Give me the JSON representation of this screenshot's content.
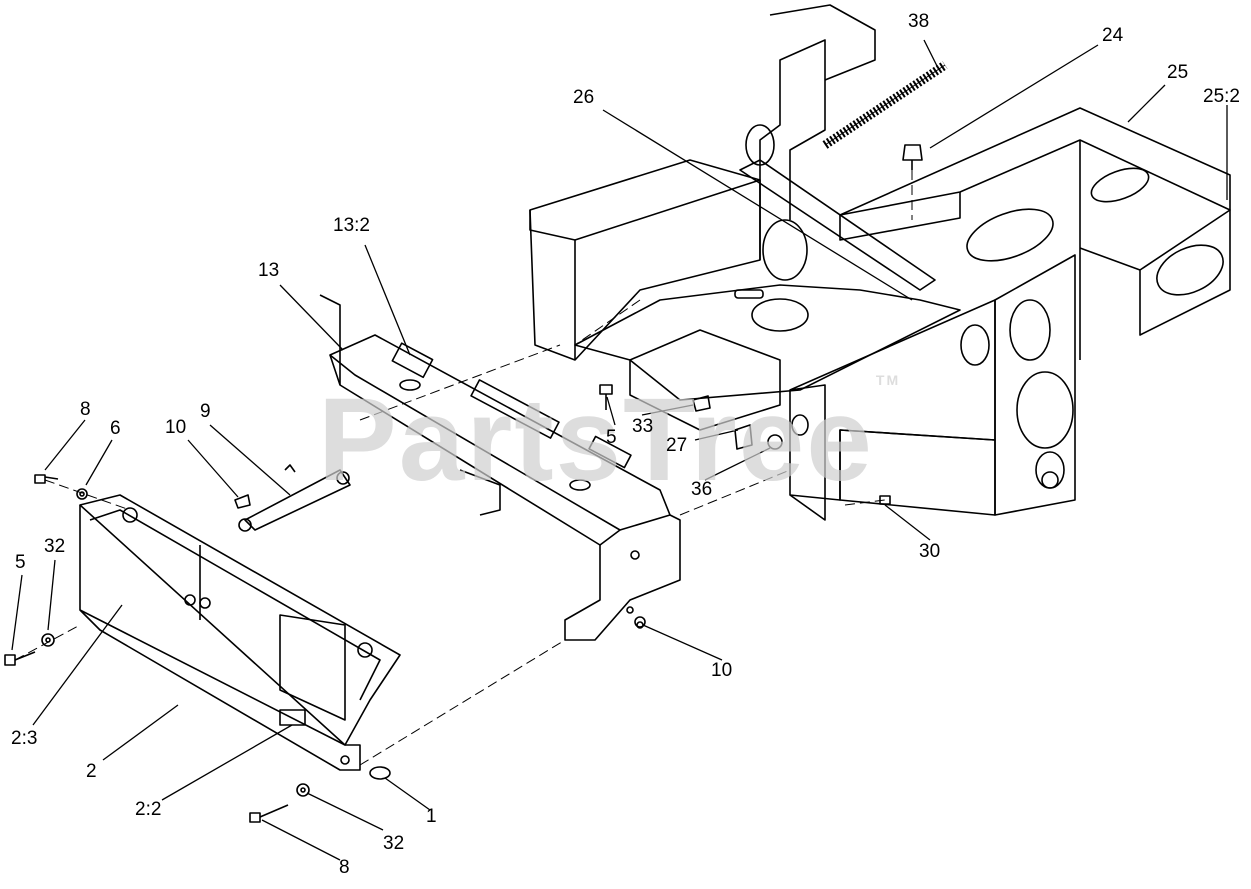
{
  "watermark": {
    "text": "PartsTree",
    "trademark": "TM"
  },
  "callouts": {
    "c38": "38",
    "c24": "24",
    "c25": "25",
    "c25_2": "25:2",
    "c26": "26",
    "c13_2": "13:2",
    "c13": "13",
    "c8a": "8",
    "c6": "6",
    "c10a": "10",
    "c9": "9",
    "c32a": "32",
    "c5a": "5",
    "c5b": "5",
    "c33": "33",
    "c27": "27",
    "c36": "36",
    "c30": "30",
    "c10b": "10",
    "c2_3": "2:3",
    "c2": "2",
    "c2_2": "2:2",
    "c1": "1",
    "c32b": "32",
    "c8b": "8"
  }
}
